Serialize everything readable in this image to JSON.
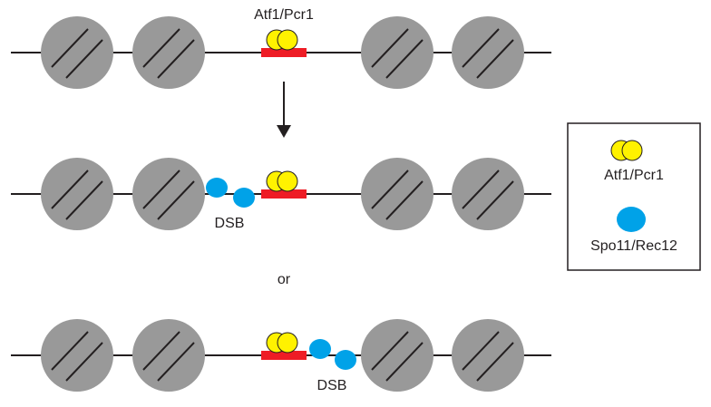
{
  "labels": {
    "factor_top": "Atf1/Pcr1",
    "dsb_middle": "DSB",
    "or": "or",
    "dsb_bottom": "DSB"
  },
  "legend": {
    "factor_label": "Atf1/Pcr1",
    "spo_label": "Spo11/Rec12"
  },
  "colors": {
    "nucleosome": "#999999",
    "dna": "#231f20",
    "binding_site": "#ee1c25",
    "atf1_pcr1": "#fff200",
    "spo11_rec12": "#00a2e8"
  }
}
